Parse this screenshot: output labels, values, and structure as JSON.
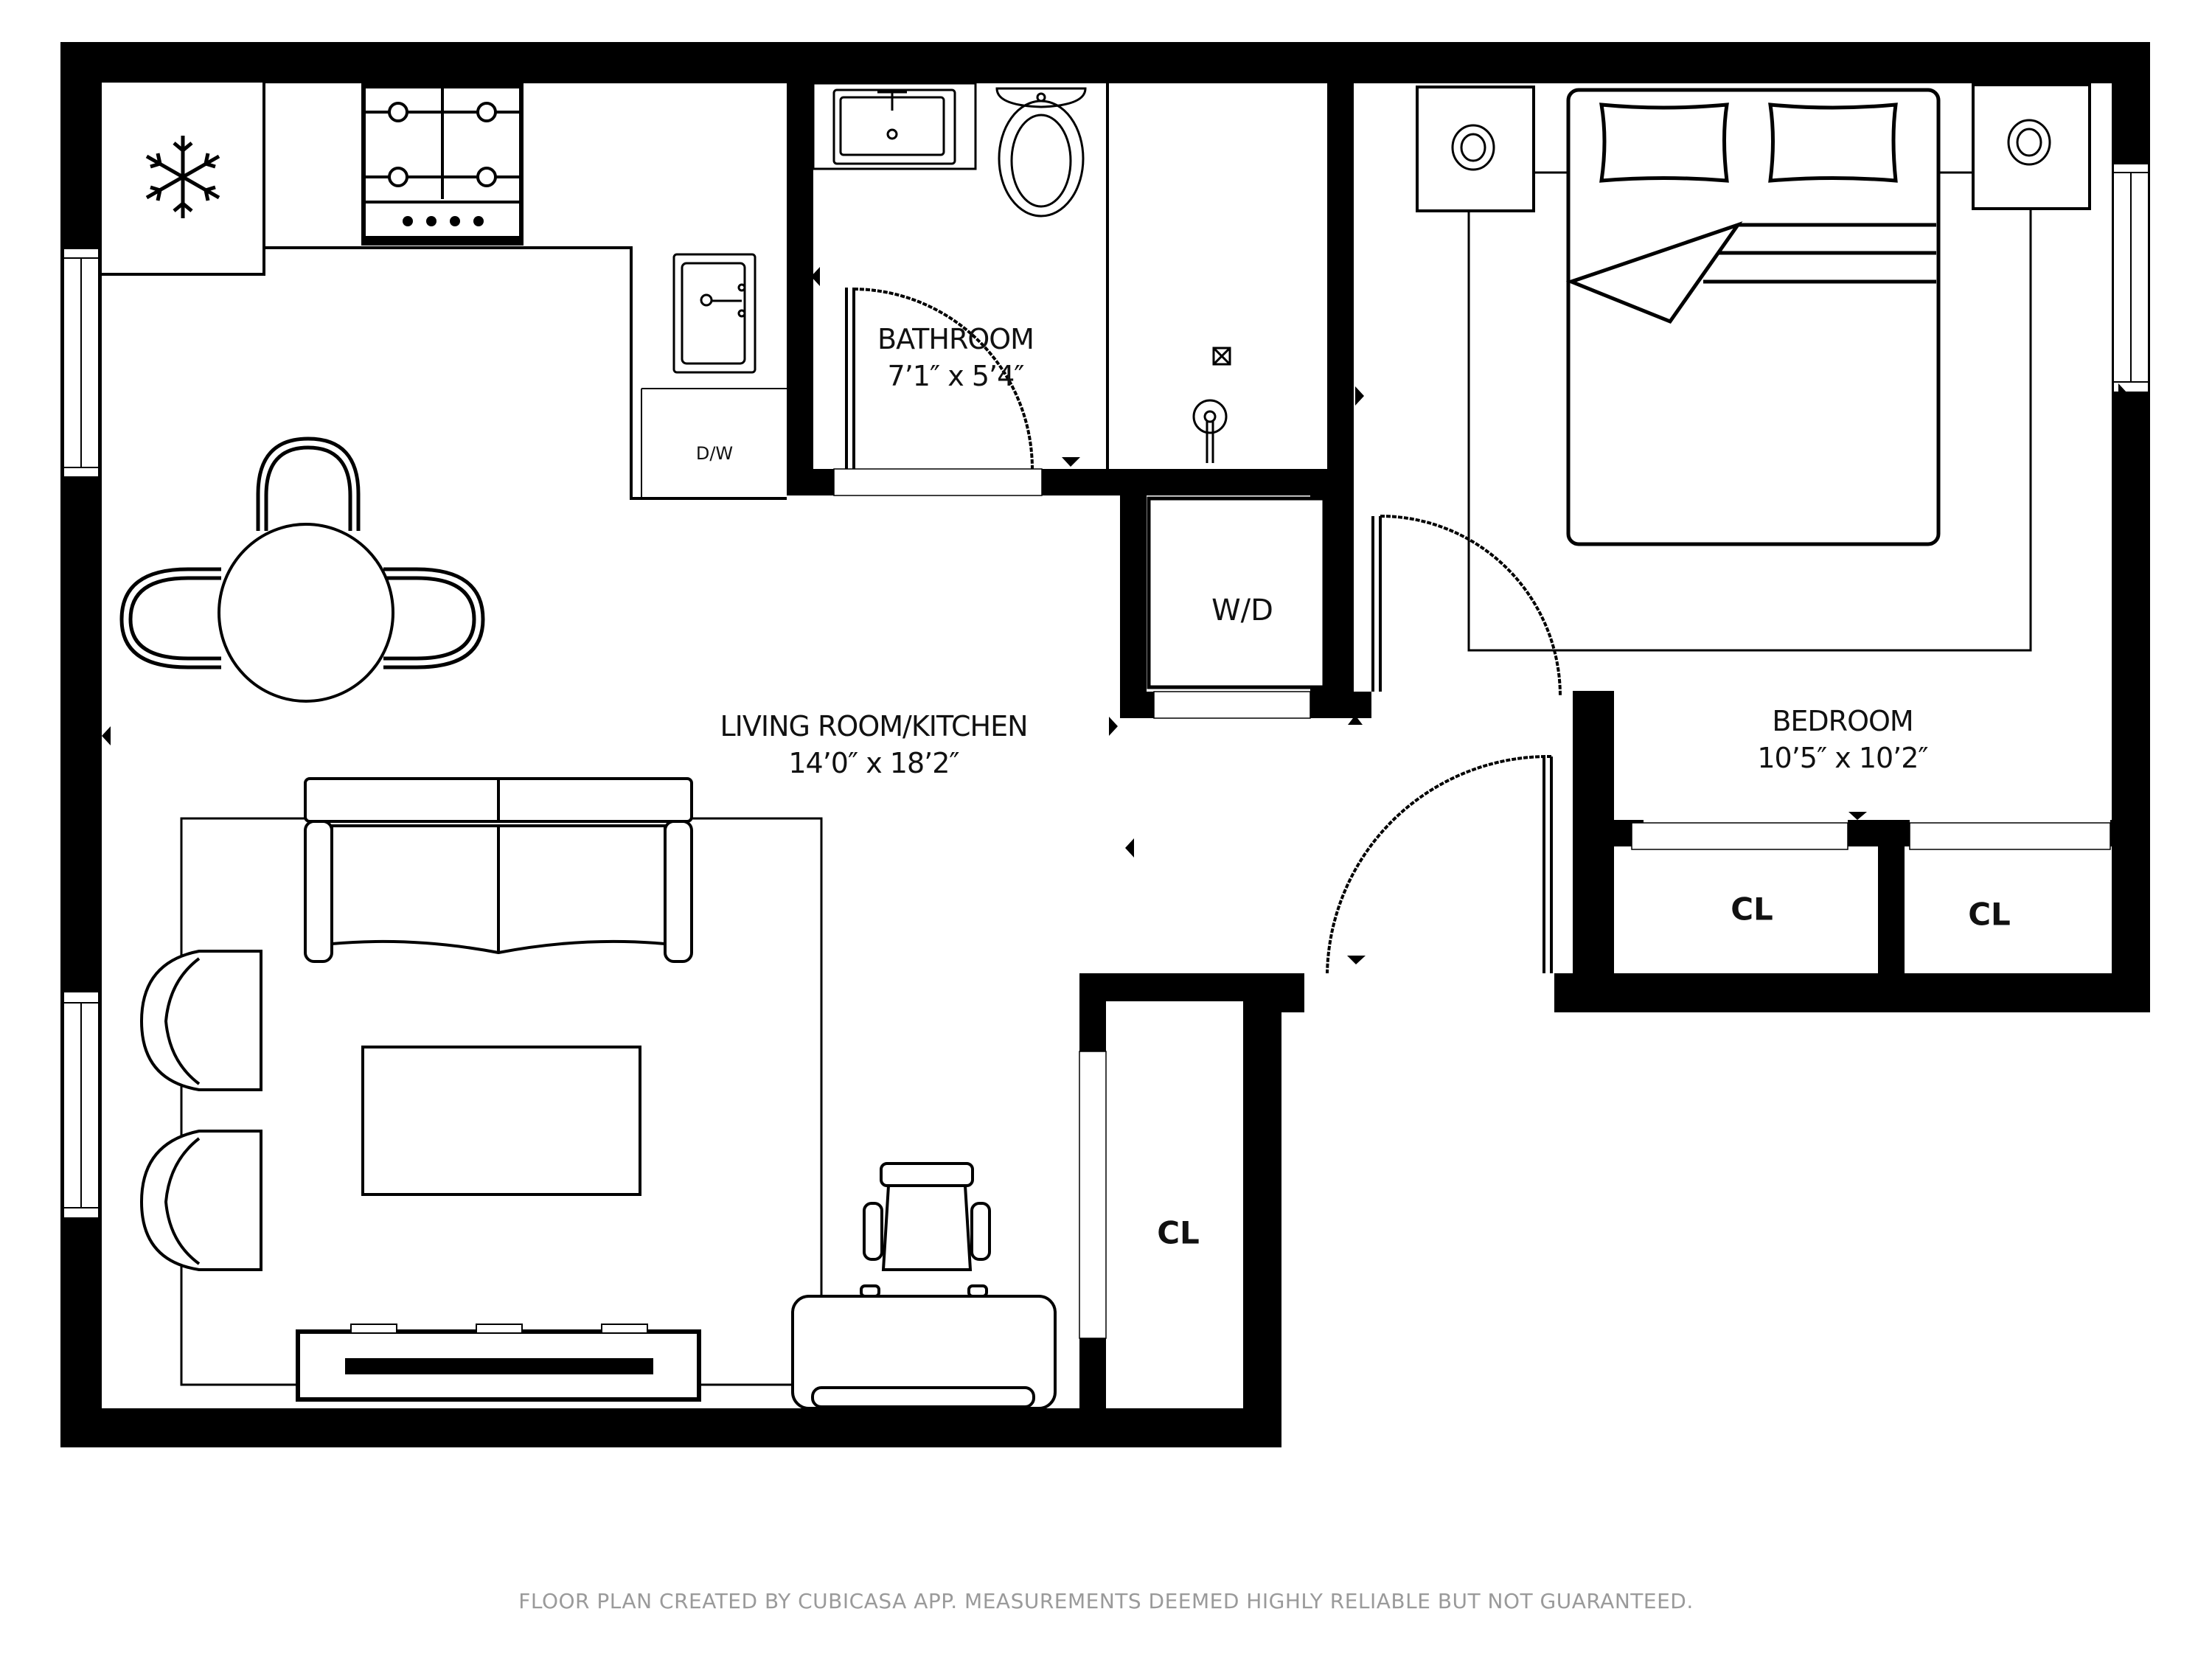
{
  "plan": {
    "rooms": [
      {
        "id": "living",
        "name": "LIVING ROOM/KITCHEN",
        "dimensions": "14’0″ x 18’2″"
      },
      {
        "id": "bathroom",
        "name": "BATHROOM",
        "dimensions": "7’1″ x 5’4″"
      },
      {
        "id": "bedroom",
        "name": "BEDROOM",
        "dimensions": "10’5″ x 10’2″"
      }
    ],
    "labels": {
      "dishwasher": "D/W",
      "washer_dryer": "W/D",
      "closet_bedroom_left": "CL",
      "closet_bedroom_right": "CL",
      "closet_living": "CL"
    },
    "fixtures": [
      "refrigerator-icon",
      "stove-icon",
      "kitchen-sink-icon",
      "dishwasher",
      "bathroom-sink-icon",
      "toilet-icon",
      "shower-icon",
      "dining-table-icon",
      "dining-chair-icon",
      "sofa-icon",
      "armchair-icon",
      "coffee-table-icon",
      "tv-console-icon",
      "desk-icon",
      "office-chair-icon",
      "bed-icon",
      "nightstand-icon",
      "lamp-icon",
      "washer-dryer-icon"
    ],
    "colors": {
      "wall": "#000000",
      "background": "#ffffff",
      "footer_text": "#9a9a9a"
    }
  },
  "footer": {
    "disclaimer": "FLOOR PLAN CREATED BY CUBICASA APP. MEASUREMENTS DEEMED HIGHLY RELIABLE BUT NOT GUARANTEED."
  }
}
